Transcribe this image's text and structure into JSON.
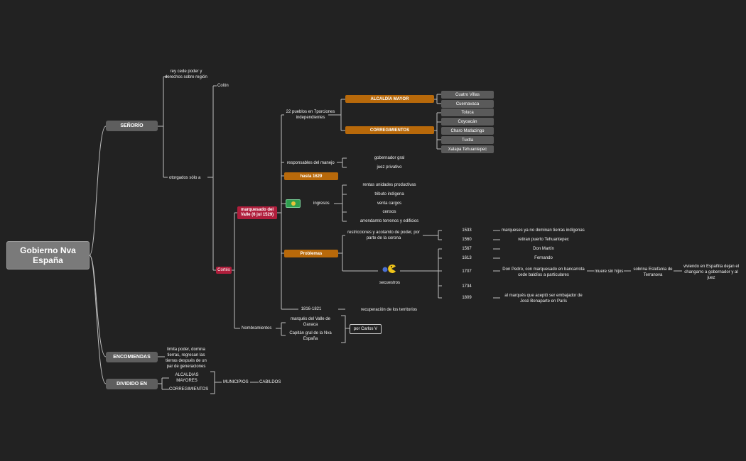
{
  "root": "Gobierno Nva España",
  "senorio": {
    "label": "SEÑORÍO",
    "rey": "rey cede poder y derechos sobre región",
    "colon": "Colón",
    "otorgados": "otorgados sólo a",
    "cortes": "Cortés"
  },
  "marquesado": {
    "label": "marquesado del Valle (6 jul 1529)",
    "pueblos": "22 pueblos en 7porciones independientes",
    "alcaldia": "ALCALDÍA MAYOR",
    "alcaldia_items": [
      "Cuatro Villas",
      "Cuernavaca"
    ],
    "corregimientos": "CORREGIMIENTOS",
    "corregimientos_items": [
      "Toluca",
      "Coyoacán",
      "Charo Matlazingo",
      "Tuxtla",
      "Xalapa Tehuantepec"
    ],
    "responsables": "responsables del manejo",
    "responsables_items": [
      "gobernador gral",
      "juez privativo"
    ],
    "hasta": "hasta 1629",
    "ingresos": "ingresos",
    "ingresos_items": [
      "rentas unidades productivas",
      "tributo indígena",
      "venta cargos",
      "censos",
      "arrendamto terrenos y edificios"
    ],
    "problemas": "Problemas",
    "restricciones": "restricciones y acotamto de poder, por parte de la corona",
    "restricciones_items": [
      {
        "year": "1533",
        "text": "marqueses ya no dominan tierras indígenas"
      },
      {
        "year": "1560",
        "text": "retiran puerto Tehuantepec"
      }
    ],
    "secuestros": "secuestros",
    "secuestros_items": [
      {
        "year": "1567",
        "text": "Don Martín"
      },
      {
        "year": "1613",
        "text": "Fernando"
      },
      {
        "year": "1707",
        "text": "Don Pedro, con marquesado en bancarrota cede baldíos a particulares"
      },
      {
        "year": "1734",
        "text": ""
      },
      {
        "year": "1809",
        "text": "al marqués que aceptó ser embajador de José Bonaparte en París"
      }
    ],
    "muere": "muere sin hijos",
    "estefania": "sobrina Estefanía de Terranova",
    "viviendo": "viviendo en Españita dejan el changarro a gobernador y al juez",
    "years_1816": "1816-1821",
    "recuperacion": "recuperación de los territorios"
  },
  "nombramientos": {
    "label": "Nombramientos",
    "marques": "marqués del Valle de Oaxaca",
    "capitan": "Capitán gral de la Nva España",
    "carlos": "por Carlos V"
  },
  "encomiendas": {
    "label": "ENCOMIENDAS",
    "text": "limita poder, domina tierras, regresan las tierras después de un par de generaciones"
  },
  "dividido": {
    "label": "DIVIDIDO EN",
    "alcaldias": "ALCALDIAS MAYORES",
    "corregimientos": "CORREGIMIENTOS",
    "municipios": "MUNICIPIOS",
    "cabildos": "CABILDOS"
  },
  "colors": {
    "background": "#222222",
    "orange": "#b8690a",
    "red": "#b01e3c",
    "node_gray": "#5e5e5e"
  }
}
